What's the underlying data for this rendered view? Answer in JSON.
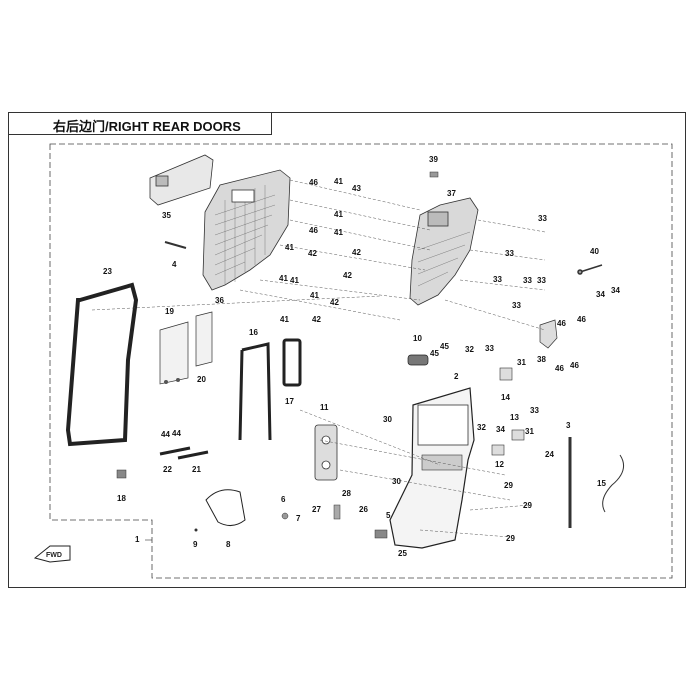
{
  "title": "右后边门/RIGHT REAR DOORS",
  "callouts": [
    {
      "id": "c39",
      "label": "39"
    },
    {
      "id": "c37",
      "label": "37"
    },
    {
      "id": "c35",
      "label": "35"
    },
    {
      "id": "c46a",
      "label": "46"
    },
    {
      "id": "c41a",
      "label": "41"
    },
    {
      "id": "c43",
      "label": "43"
    },
    {
      "id": "c41b",
      "label": "41"
    },
    {
      "id": "c46b",
      "label": "46"
    },
    {
      "id": "c41c",
      "label": "41"
    },
    {
      "id": "c42a",
      "label": "42"
    },
    {
      "id": "c42b",
      "label": "42"
    },
    {
      "id": "c41d",
      "label": "41"
    },
    {
      "id": "c42c",
      "label": "42"
    },
    {
      "id": "c41e",
      "label": "41"
    },
    {
      "id": "c41f",
      "label": "41"
    },
    {
      "id": "c41g",
      "label": "41"
    },
    {
      "id": "c41h",
      "label": "41"
    },
    {
      "id": "c42d",
      "label": "42"
    },
    {
      "id": "c42e",
      "label": "42"
    },
    {
      "id": "c36",
      "label": "36"
    },
    {
      "id": "c4",
      "label": "4"
    },
    {
      "id": "c33a",
      "label": "33"
    },
    {
      "id": "c33b",
      "label": "33"
    },
    {
      "id": "c33c",
      "label": "33"
    },
    {
      "id": "c33d",
      "label": "33"
    },
    {
      "id": "c33e",
      "label": "33"
    },
    {
      "id": "c33f",
      "label": "33"
    },
    {
      "id": "c33g",
      "label": "33"
    },
    {
      "id": "c40",
      "label": "40"
    },
    {
      "id": "c34a",
      "label": "34"
    },
    {
      "id": "c34b",
      "label": "34"
    },
    {
      "id": "c46c",
      "label": "46"
    },
    {
      "id": "c46d",
      "label": "46"
    },
    {
      "id": "c38",
      "label": "38"
    },
    {
      "id": "c46e",
      "label": "46"
    },
    {
      "id": "c46f",
      "label": "46"
    },
    {
      "id": "c23",
      "label": "23"
    },
    {
      "id": "c19",
      "label": "19"
    },
    {
      "id": "c20",
      "label": "20"
    },
    {
      "id": "c16",
      "label": "16"
    },
    {
      "id": "c17",
      "label": "17"
    },
    {
      "id": "c10",
      "label": "10"
    },
    {
      "id": "c45a",
      "label": "45"
    },
    {
      "id": "c45b",
      "label": "45"
    },
    {
      "id": "c32a",
      "label": "32"
    },
    {
      "id": "c31a",
      "label": "31"
    },
    {
      "id": "c2",
      "label": "2"
    },
    {
      "id": "c14",
      "label": "14"
    },
    {
      "id": "c13",
      "label": "13"
    },
    {
      "id": "c33h",
      "label": "33"
    },
    {
      "id": "c32b",
      "label": "32"
    },
    {
      "id": "c34c",
      "label": "34"
    },
    {
      "id": "c31b",
      "label": "31"
    },
    {
      "id": "c12",
      "label": "12"
    },
    {
      "id": "c3",
      "label": "3"
    },
    {
      "id": "c24",
      "label": "24"
    },
    {
      "id": "c11",
      "label": "11"
    },
    {
      "id": "c30a",
      "label": "30"
    },
    {
      "id": "c30b",
      "label": "30"
    },
    {
      "id": "c44a",
      "label": "44"
    },
    {
      "id": "c44b",
      "label": "44"
    },
    {
      "id": "c22",
      "label": "22"
    },
    {
      "id": "c21",
      "label": "21"
    },
    {
      "id": "c18",
      "label": "18"
    },
    {
      "id": "c6",
      "label": "6"
    },
    {
      "id": "c27",
      "label": "27"
    },
    {
      "id": "c28",
      "label": "28"
    },
    {
      "id": "c26",
      "label": "26"
    },
    {
      "id": "c5",
      "label": "5"
    },
    {
      "id": "c29a",
      "label": "29"
    },
    {
      "id": "c29b",
      "label": "29"
    },
    {
      "id": "c29c",
      "label": "29"
    },
    {
      "id": "c15",
      "label": "15"
    },
    {
      "id": "c9",
      "label": "9"
    },
    {
      "id": "c8",
      "label": "8"
    },
    {
      "id": "c7",
      "label": "7"
    },
    {
      "id": "c25",
      "label": "25"
    },
    {
      "id": "c1",
      "label": "1"
    }
  ],
  "fwd_label": "FWD"
}
